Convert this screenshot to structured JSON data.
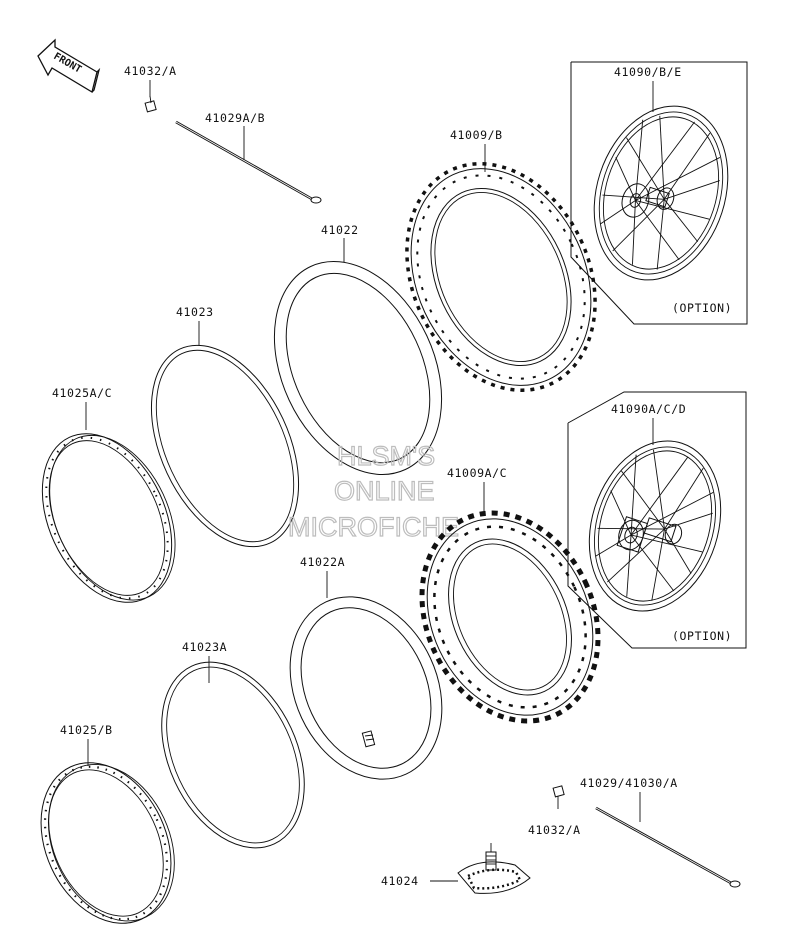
{
  "orientation": {
    "front_label": "FRONT"
  },
  "labels": {
    "front_valve_cap": "41032/A",
    "front_spoke": "41029A/B",
    "front_tire": "41009/B",
    "front_wheel_assy": "41090/B/E",
    "front_tube": "41022",
    "front_rim_band": "41023",
    "front_rim": "41025A/C",
    "rear_wheel_assy": "41090A/C/D",
    "rear_tire": "41009A/C",
    "rear_tube": "41022A",
    "rear_rim_band": "41023A",
    "rear_rim": "41025/B",
    "rear_spoke": "41029/41030/A",
    "rear_valve_cap": "41032/A",
    "rim_lock": "41024"
  },
  "option_notes": {
    "front": "(OPTION)",
    "rear": "(OPTION)"
  },
  "watermark": {
    "line1": "HLSM'S",
    "line2": "ONLINE",
    "line3": "MICROFICHE"
  }
}
